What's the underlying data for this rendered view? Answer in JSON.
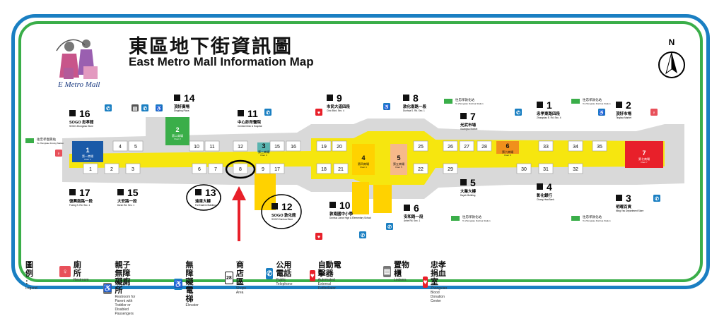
{
  "title_zh": "東區地下街資訊圖",
  "title_en": "East Metro Mall Information Map",
  "logo_text": "E Metro Mall",
  "compass_label": "N",
  "colors": {
    "blue_frame": "#1a7fc2",
    "green_frame": "#3aae49",
    "corridor": "#f6e60f",
    "store": "#ffffff",
    "exit": "#ffd200",
    "highlight_red": "#e8202a"
  },
  "shops_top": [
    "4",
    "5",
    "10",
    "11",
    "12",
    "15",
    "16",
    "19",
    "20",
    "25",
    "26",
    "27",
    "28",
    "33",
    "34",
    "35"
  ],
  "shops_bottom": [
    "1",
    "2",
    "3",
    "6",
    "7",
    "8",
    "9",
    "17",
    "18",
    "21",
    "22",
    "29",
    "30",
    "31",
    "32"
  ],
  "anchors": [
    {
      "num": "1",
      "zh": "第一商場",
      "en": "Floor 1"
    },
    {
      "num": "2",
      "zh": "第二商場",
      "en": "Floor 2"
    },
    {
      "num": "3",
      "zh": "第三商場",
      "en": "Floor 3"
    },
    {
      "num": "4",
      "zh": "第四商場",
      "en": "Floor 4"
    },
    {
      "num": "5",
      "zh": "第五商場",
      "en": "Floor 5"
    },
    {
      "num": "6",
      "zh": "第六商場",
      "en": "Floor 6"
    },
    {
      "num": "7",
      "zh": "第七商場",
      "en": "Floor 7"
    }
  ],
  "exits": [
    {
      "num": "16",
      "zh": "SOGO 忠孝館",
      "en": "SOGO Zhongxiao Store"
    },
    {
      "num": "14",
      "zh": "頂好廣場",
      "en": "Dingding Plaza"
    },
    {
      "num": "11",
      "zh": "中心診所醫院",
      "en": "Central Clinic & Hospital"
    },
    {
      "num": "9",
      "zh": "市民大道四段",
      "en": "Civic Blvd. Sec. 4"
    },
    {
      "num": "8",
      "zh": "敦化南路一段",
      "en": "Dunhua S. Rd. Sec. 1"
    },
    {
      "num": "7",
      "zh": "光武市場",
      "en": "Guangwu Market"
    },
    {
      "num": "1",
      "zh": "忠孝東路四段",
      "en": "Zhongxiao E. Rd. Sec. 4"
    },
    {
      "num": "2",
      "zh": "頂好市場",
      "en": "Tingkao Market"
    },
    {
      "num": "17",
      "zh": "復興南路一段",
      "en": "Fuxing S. Rd. Sec. 1"
    },
    {
      "num": "15",
      "zh": "大安路一段",
      "en": "Da'an Rd. Sec. 1"
    },
    {
      "num": "13",
      "zh": "遠東大樓",
      "en": "Far Eastern Building"
    },
    {
      "num": "12",
      "zh": "SOGO 敦化館",
      "en": "SOGO Dunhua Store"
    },
    {
      "num": "10",
      "zh": "敦南國中小學",
      "en": "Dunhua Junior High & Elementary School"
    },
    {
      "num": "6",
      "zh": "安和路一段",
      "en": "Anhe Rd. Sec. 1"
    },
    {
      "num": "5",
      "zh": "大業大樓",
      "en": "Dayeh Building"
    },
    {
      "num": "4",
      "zh": "彰化銀行",
      "en": "Chang Hwa Bank"
    },
    {
      "num": "3",
      "zh": "明曜百貨",
      "en": "Ming Yao Department Store"
    }
  ],
  "mrt_top_left": {
    "zh": "往忠孝復興站",
    "en": "To Zhongxiao Fuxing Station"
  },
  "mrt_top_mid": {
    "zh": "往忠孝敦化站",
    "en": "To Zhongxiao Dunhua Station"
  },
  "mrt_top_right": {
    "zh": "往忠孝敦化站",
    "en": "To Zhongxiao Dunhua Station"
  },
  "mrt_bottom_mid": {
    "zh": "往忠孝敦化站",
    "en": "To Zhongxiao Dunhua Station"
  },
  "mrt_bottom_right": {
    "zh": "往忠孝敦化站",
    "en": "To Zhongxiao Dunhua Station"
  },
  "legend": {
    "title_zh": "圖例",
    "title_en": "Legend",
    "items": [
      {
        "icon": "restroom-icon",
        "zh": "廁所",
        "en": "Restroom"
      },
      {
        "icon": "family-restroom-icon",
        "zh": "親子無障礙廁所",
        "en": "Restroom for Parent with Toddler or Disabled Passengers"
      },
      {
        "icon": "elevator-icon",
        "zh": "無障礙電梯",
        "en": "Elevator"
      },
      {
        "icon": "shops-icon",
        "zh": "商店區",
        "en": "Shops Area"
      },
      {
        "icon": "phone-icon",
        "zh": "公用電話",
        "en": "Public Telephone"
      },
      {
        "icon": "aed-icon",
        "zh": "自動電擊器",
        "en": "Automated External Defibrillator"
      },
      {
        "icon": "locker-icon",
        "zh": "置物櫃",
        "en": "Lockers"
      },
      {
        "icon": "blood-icon",
        "zh": "忠孝捐血室",
        "en": "Zhongxiao Blood Donation Center"
      }
    ]
  }
}
